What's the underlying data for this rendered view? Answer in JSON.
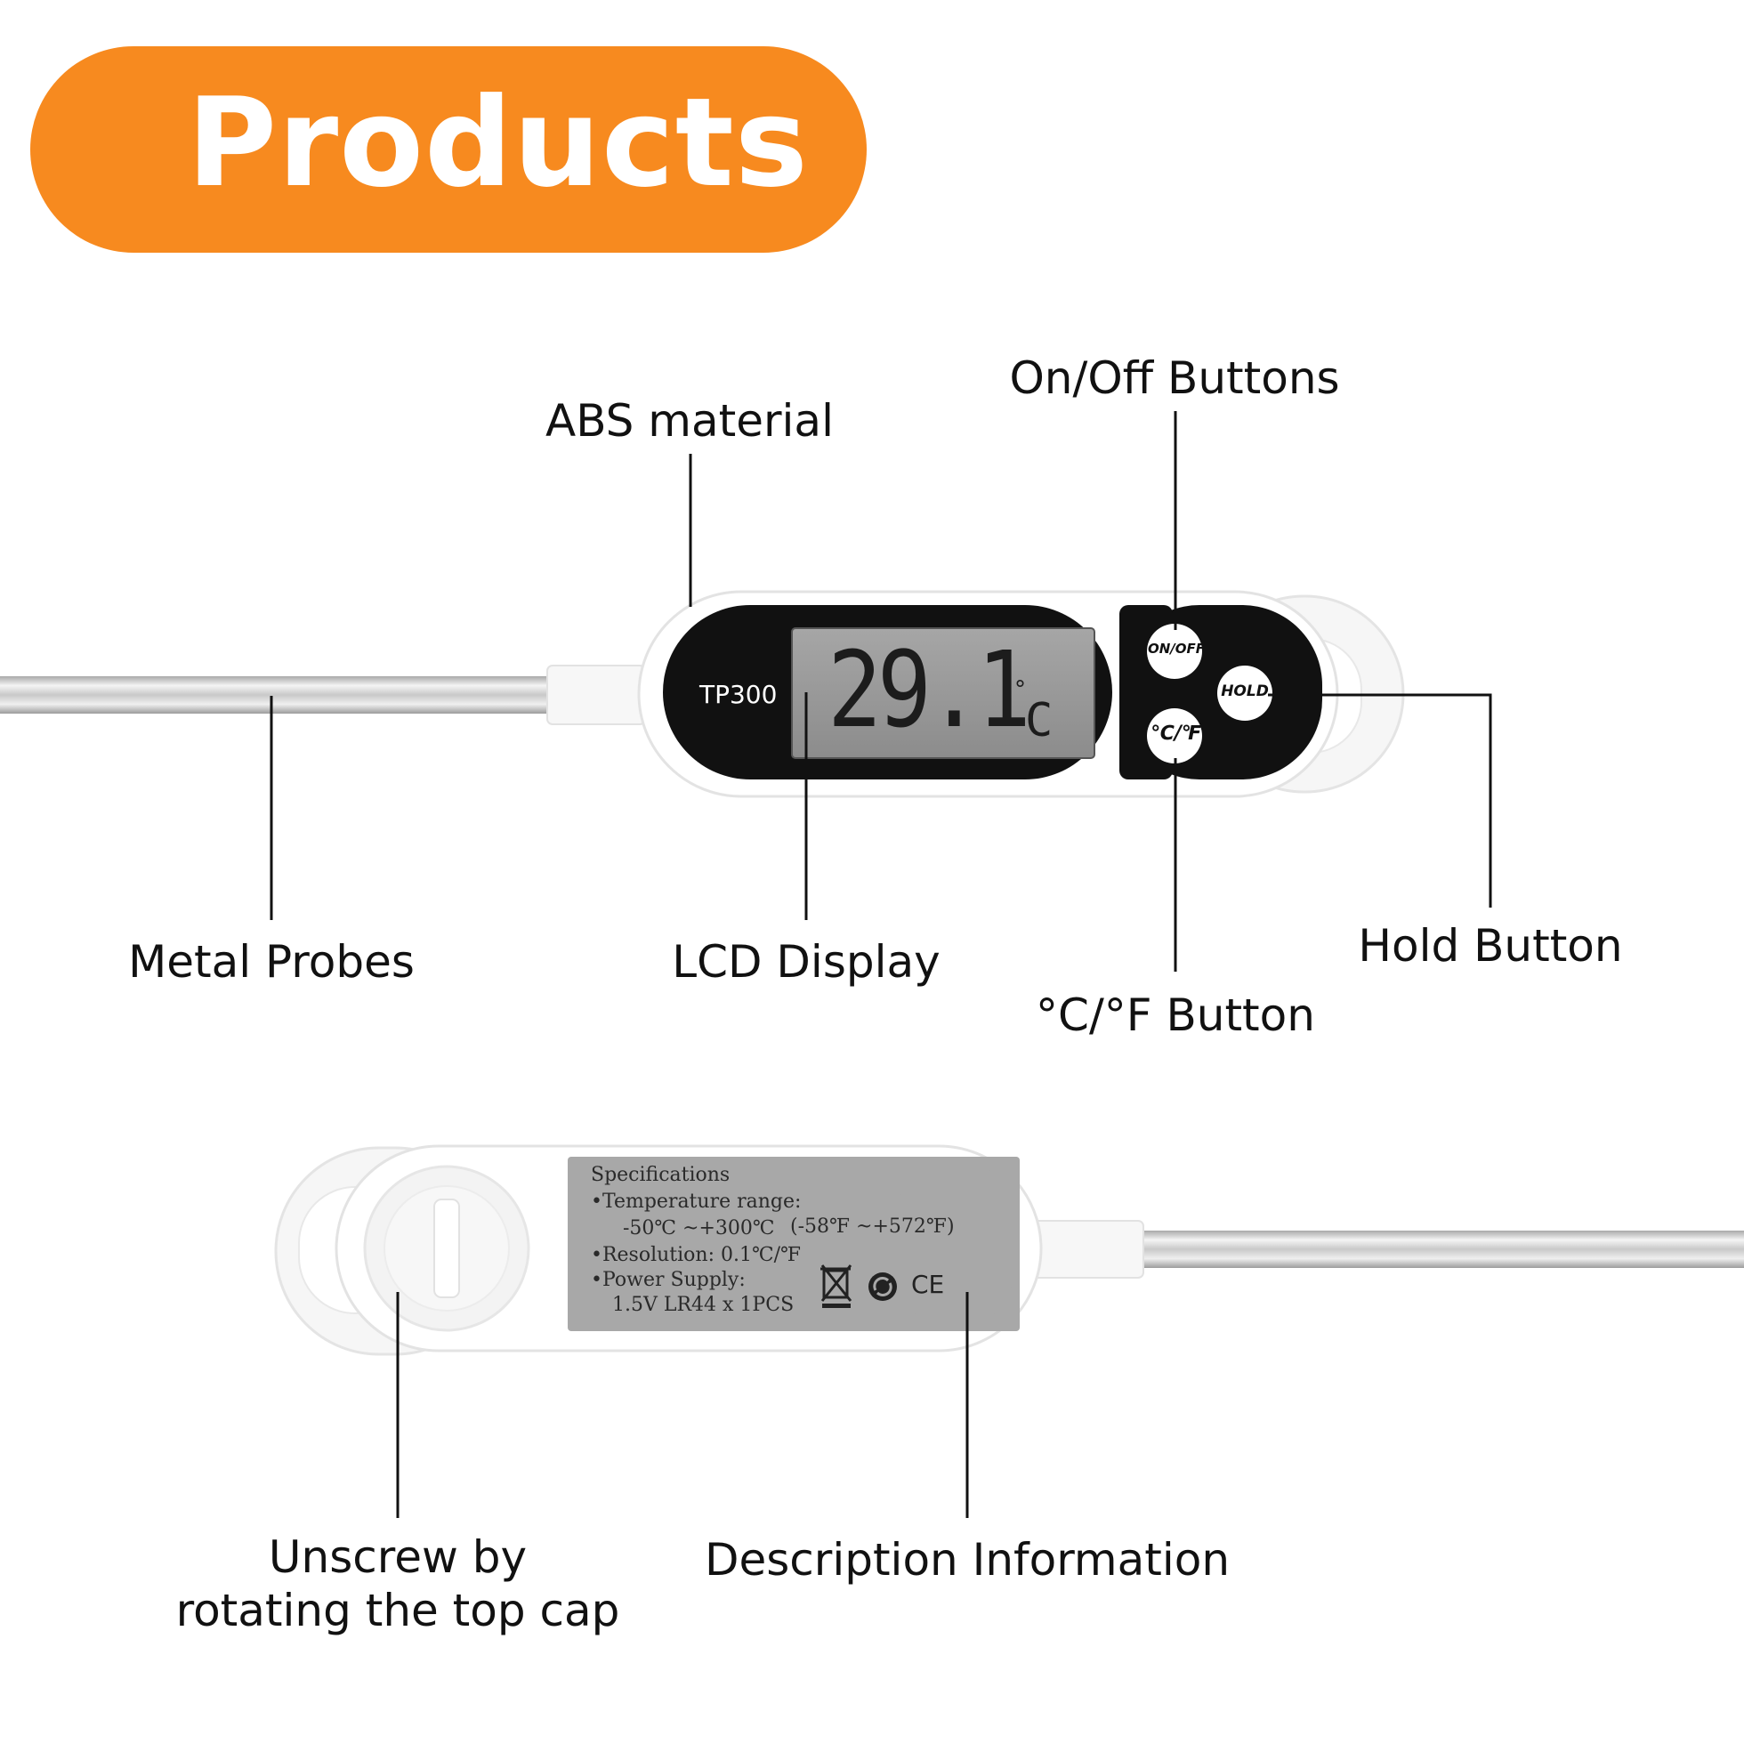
{
  "banner": {
    "title": "Products",
    "color": "#f78a1f"
  },
  "front": {
    "model": "TP300",
    "reading": "29.1",
    "unit_symbol": "°",
    "unit_letter": "C",
    "buttons": {
      "on_off": "ON/OFF",
      "hold": "HOLD",
      "cf": "℃/℉"
    }
  },
  "labels": {
    "abs": "ABS material",
    "on_off": "On/Off Buttons",
    "probes": "Metal Probes",
    "lcd": "LCD Display",
    "cf": "°C/°F Button",
    "hold": "Hold Button",
    "unscrew": "Unscrew by\nrotating the top cap",
    "description": "Description Information"
  },
  "back": {
    "spec_title": "Specifications",
    "temp_label": "•Temperature range:",
    "temp_c": "-50℃ ~+300℃",
    "temp_f": "(-58℉ ~+572℉)",
    "resolution": "•Resolution: 0.1℃/℉",
    "power_label": "•Power Supply:",
    "power_value": "1.5V  LR44 x 1PCS",
    "ce_mark": "CE"
  },
  "colors": {
    "body": "#ffffff",
    "face": "#111111",
    "lcd": "#9a9a9a",
    "label_plate": "#a8a8a8"
  }
}
